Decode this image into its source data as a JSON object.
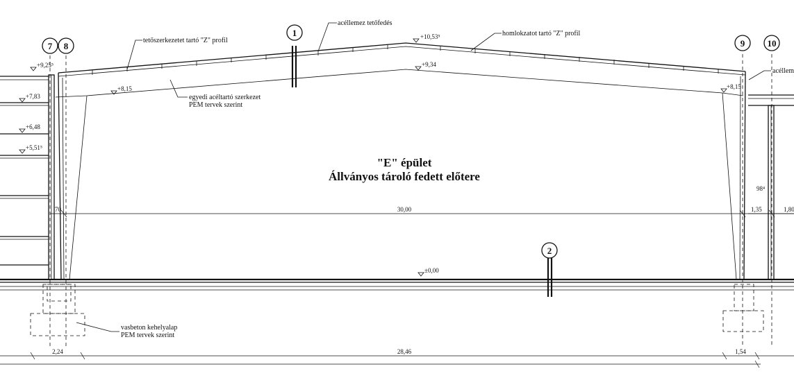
{
  "title": {
    "line1": "\"E\" épület",
    "line2": "Állványos tároló fedett előtere"
  },
  "annotations": {
    "roof_z_profile": "tetőszerkezetet tartó \"Z\" profil",
    "roof_cladding": "acéllemez tetőfedés",
    "facade_z_profile": "homlokzatot tartó \"Z\" profil",
    "steel_structure_1": "egyedi acéltartó szerkezet",
    "steel_structure_2": "PEM tervek szerint",
    "foundation_1": "vasbeton kehelyalap",
    "foundation_2": "PEM tervek szerint",
    "right_cut": "acéllem"
  },
  "axes": {
    "a1": "1",
    "a2": "2",
    "a7": "7",
    "a8": "8",
    "a9": "9",
    "a10": "10"
  },
  "levels": {
    "l1053": "+10,53⁵",
    "l934": "+9,34",
    "l925": "+9,25⁵",
    "l815_left": "+8,15",
    "l815_right": "+8,15",
    "l783": "+7,83",
    "l648": "+6,48",
    "l551": "+5,51⁵",
    "l000": "±0,00"
  },
  "dimensions": {
    "d70": "70",
    "d3000": "30,00",
    "d135": "1,35",
    "d180": "1,80",
    "d98": "98⁴",
    "d224": "2,24",
    "d2846": "28,46",
    "d154": "1,54"
  }
}
